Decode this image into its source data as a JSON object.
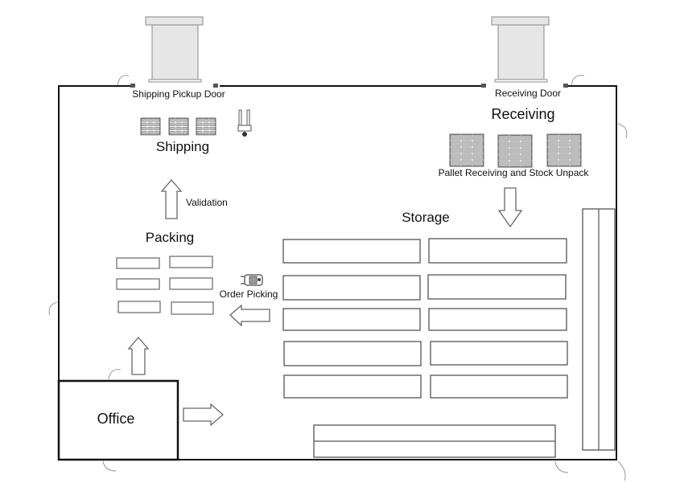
{
  "labels": {
    "shipping_pickup_door": "Shipping Pickup Door",
    "receiving_door": "Receiving Door",
    "receiving": "Receiving",
    "shipping": "Shipping",
    "pallet_receiving": "Pallet Receiving and Stock Unpack",
    "validation": "Validation",
    "storage": "Storage",
    "packing": "Packing",
    "order_picking": "Order Picking",
    "office": "Office"
  },
  "colors": {
    "wall": "#111111",
    "outline": "#666666",
    "pallet_fill": "#bdbdbd",
    "door_fill": "#e6e6e6"
  }
}
